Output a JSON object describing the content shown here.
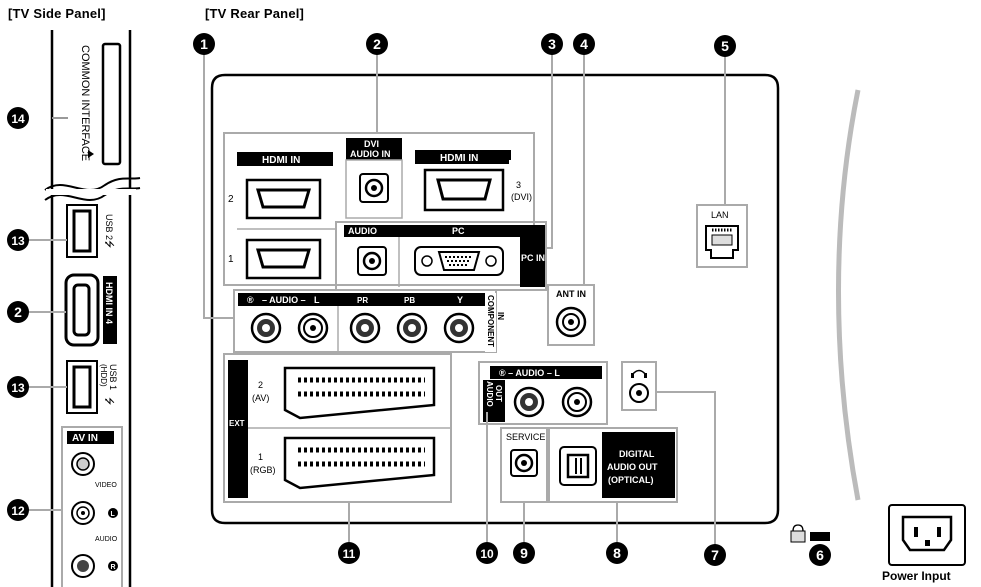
{
  "headings": {
    "side_panel": "[TV Side Panel]",
    "rear_panel": "[TV Rear Panel]"
  },
  "side_panel": {
    "common_interface": "COMMON INTERFACE",
    "usb2": "USB 2",
    "hdmi4": "HDMI IN 4",
    "usb1": "USB 1",
    "usb1_hdd": "(HDD)",
    "av_in": "AV IN",
    "video": "VIDEO",
    "audio": "AUDIO",
    "l": "L",
    "r": "R"
  },
  "rear_panel": {
    "hdmi_in_left": "HDMI IN",
    "hdmi_port_2": "2",
    "hdmi_port_1": "1",
    "dvi_audio_in_1": "DVI",
    "dvi_audio_in_2": "AUDIO IN",
    "hdmi_in_right": "HDMI IN",
    "hdmi3_1": "3",
    "hdmi3_2": "(DVI)",
    "audio": "AUDIO",
    "pc": "PC",
    "pc_in": "PC IN",
    "component_audio": "AUDIO",
    "r": "R",
    "l": "L",
    "pr": "PR",
    "pb": "PB",
    "y": "Y",
    "component_in_1": "COMPONENT",
    "component_in_2": "IN",
    "ant_in": "ANT IN",
    "lan": "LAN",
    "ext": "EXT",
    "scart2_1": "2",
    "scart2_2": "(AV)",
    "scart1_1": "1",
    "scart1_2": "(RGB)",
    "audio_out_label_1": "AUDIO",
    "audio_out_label_2": "OUT",
    "audio_out_top": "AUDIO",
    "service": "SERVICE",
    "digital_1": "DIGITAL",
    "digital_2": "AUDIO OUT",
    "digital_3": "(OPTICAL)"
  },
  "power_input": "Power Input",
  "callouts": [
    "1",
    "2",
    "3",
    "4",
    "5",
    "6",
    "7",
    "8",
    "9",
    "10",
    "11",
    "12",
    "13",
    "14",
    "13",
    "2"
  ]
}
